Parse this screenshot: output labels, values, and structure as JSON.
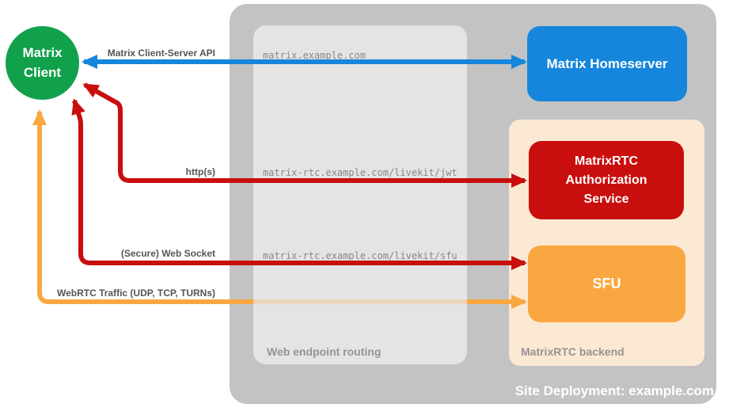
{
  "diagram": {
    "containers": {
      "site_deployment": {
        "label": "Site Deployment: example.com",
        "color": "#C3C3C3"
      },
      "web_endpoint_routing": {
        "label": "Web endpoint routing",
        "color": "#E4E4E4"
      },
      "matrixrtc_backend": {
        "label": "MatrixRTC backend",
        "color": "#FCE9D3"
      }
    },
    "nodes": {
      "matrix_client": {
        "label": "Matrix Client",
        "color": "#12A14B"
      },
      "matrix_homeserver": {
        "label": "Matrix Homeserver",
        "color": "#1586DC"
      },
      "matrixrtc_authorization_service": {
        "label": "MatrixRTC Authorization Service",
        "color": "#C90E0E"
      },
      "sfu": {
        "label": "SFU",
        "color": "#FAA742"
      }
    },
    "endpoints": {
      "homeserver": "matrix.example.com",
      "livekit_jwt": "matrix-rtc.example.com/livekit/jwt",
      "livekit_sfu": "matrix-rtc.example.com/livekit/sfu"
    },
    "arrows": {
      "client_server_api": {
        "label": "Matrix Client-Server API",
        "color": "#1586DC",
        "type": "double-headed"
      },
      "https": {
        "label": "http(s)",
        "color": "#C90E0E",
        "type": "double-headed"
      },
      "web_socket": {
        "label": "(Secure) Web Socket",
        "color": "#C90E0E",
        "type": "double-headed"
      },
      "webrtc_traffic": {
        "label": "WebRTC Traffic (UDP, TCP, TURNs)",
        "color": "#FAA742",
        "type": "double-headed"
      }
    }
  }
}
